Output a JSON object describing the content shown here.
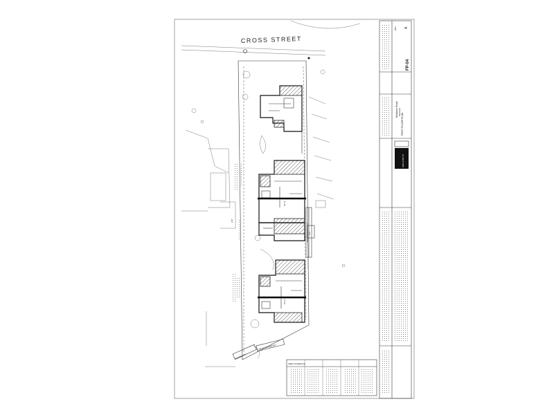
{
  "street": {
    "name": "CROSS STREET"
  },
  "plan": {
    "labels": {
      "lot_a": "LOT",
      "lot_b": "LOT",
      "area_a": "63 m²",
      "area_b": "63 m²",
      "rear_boundary": "REAR BOUNDARY",
      "side_boundary": "BOUNDARY"
    }
  },
  "titleblock": {
    "firm_logo": "ARCHITECTS",
    "drawing_title": "FIRST FLOOR PLAN",
    "project_name": "Medowie Road",
    "project_sub": "Medowie",
    "drawing_number": "FP-04",
    "revision_label": "REV",
    "revision_value": "A"
  },
  "schedule": {
    "header": "AREA SCHEDULE"
  }
}
